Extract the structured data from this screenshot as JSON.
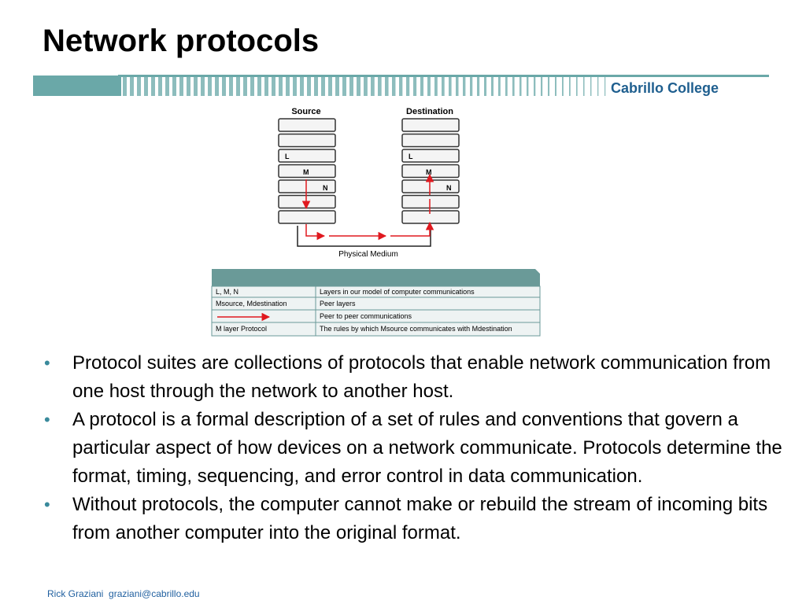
{
  "title": "Network protocols",
  "brand": "Cabrillo College",
  "diagram": {
    "source_label": "Source",
    "destination_label": "Destination",
    "layer_L": "L",
    "layer_M": "M",
    "layer_N": "N",
    "medium_label": "Physical Medium",
    "arrow_color": "#e0191f"
  },
  "legend": {
    "header_color": "#6a9a98",
    "rows": [
      {
        "key": "L, M, N",
        "value": "Layers in our model of computer communications"
      },
      {
        "key": "Msource, Mdestination",
        "value": "Peer layers"
      },
      {
        "key": "",
        "value": "Peer to peer communications"
      },
      {
        "key": "M layer Protocol",
        "value": "The rules by which Msource communicates with Mdestination"
      }
    ]
  },
  "bullets": [
    {
      "text": "Protocol suites are collections of protocols that enable network communication from one host through the network to another host."
    },
    {
      "text": "A protocol is a formal description of a set of rules and conventions that govern a particular aspect of how devices on a network communicate. Protocols determine the format, timing, sequencing, and error control in data communication."
    },
    {
      "text": "Without protocols, the computer cannot make or rebuild the stream of incoming bits from another computer into the original format."
    }
  ],
  "bullet_glyph": "•",
  "footer": {
    "author": "Rick Graziani",
    "email": "graziani@cabrillo.edu"
  },
  "colors": {
    "accent": "#4f9aa0",
    "brand": "#1f5f8f",
    "bullet": "#3a8a9c"
  }
}
